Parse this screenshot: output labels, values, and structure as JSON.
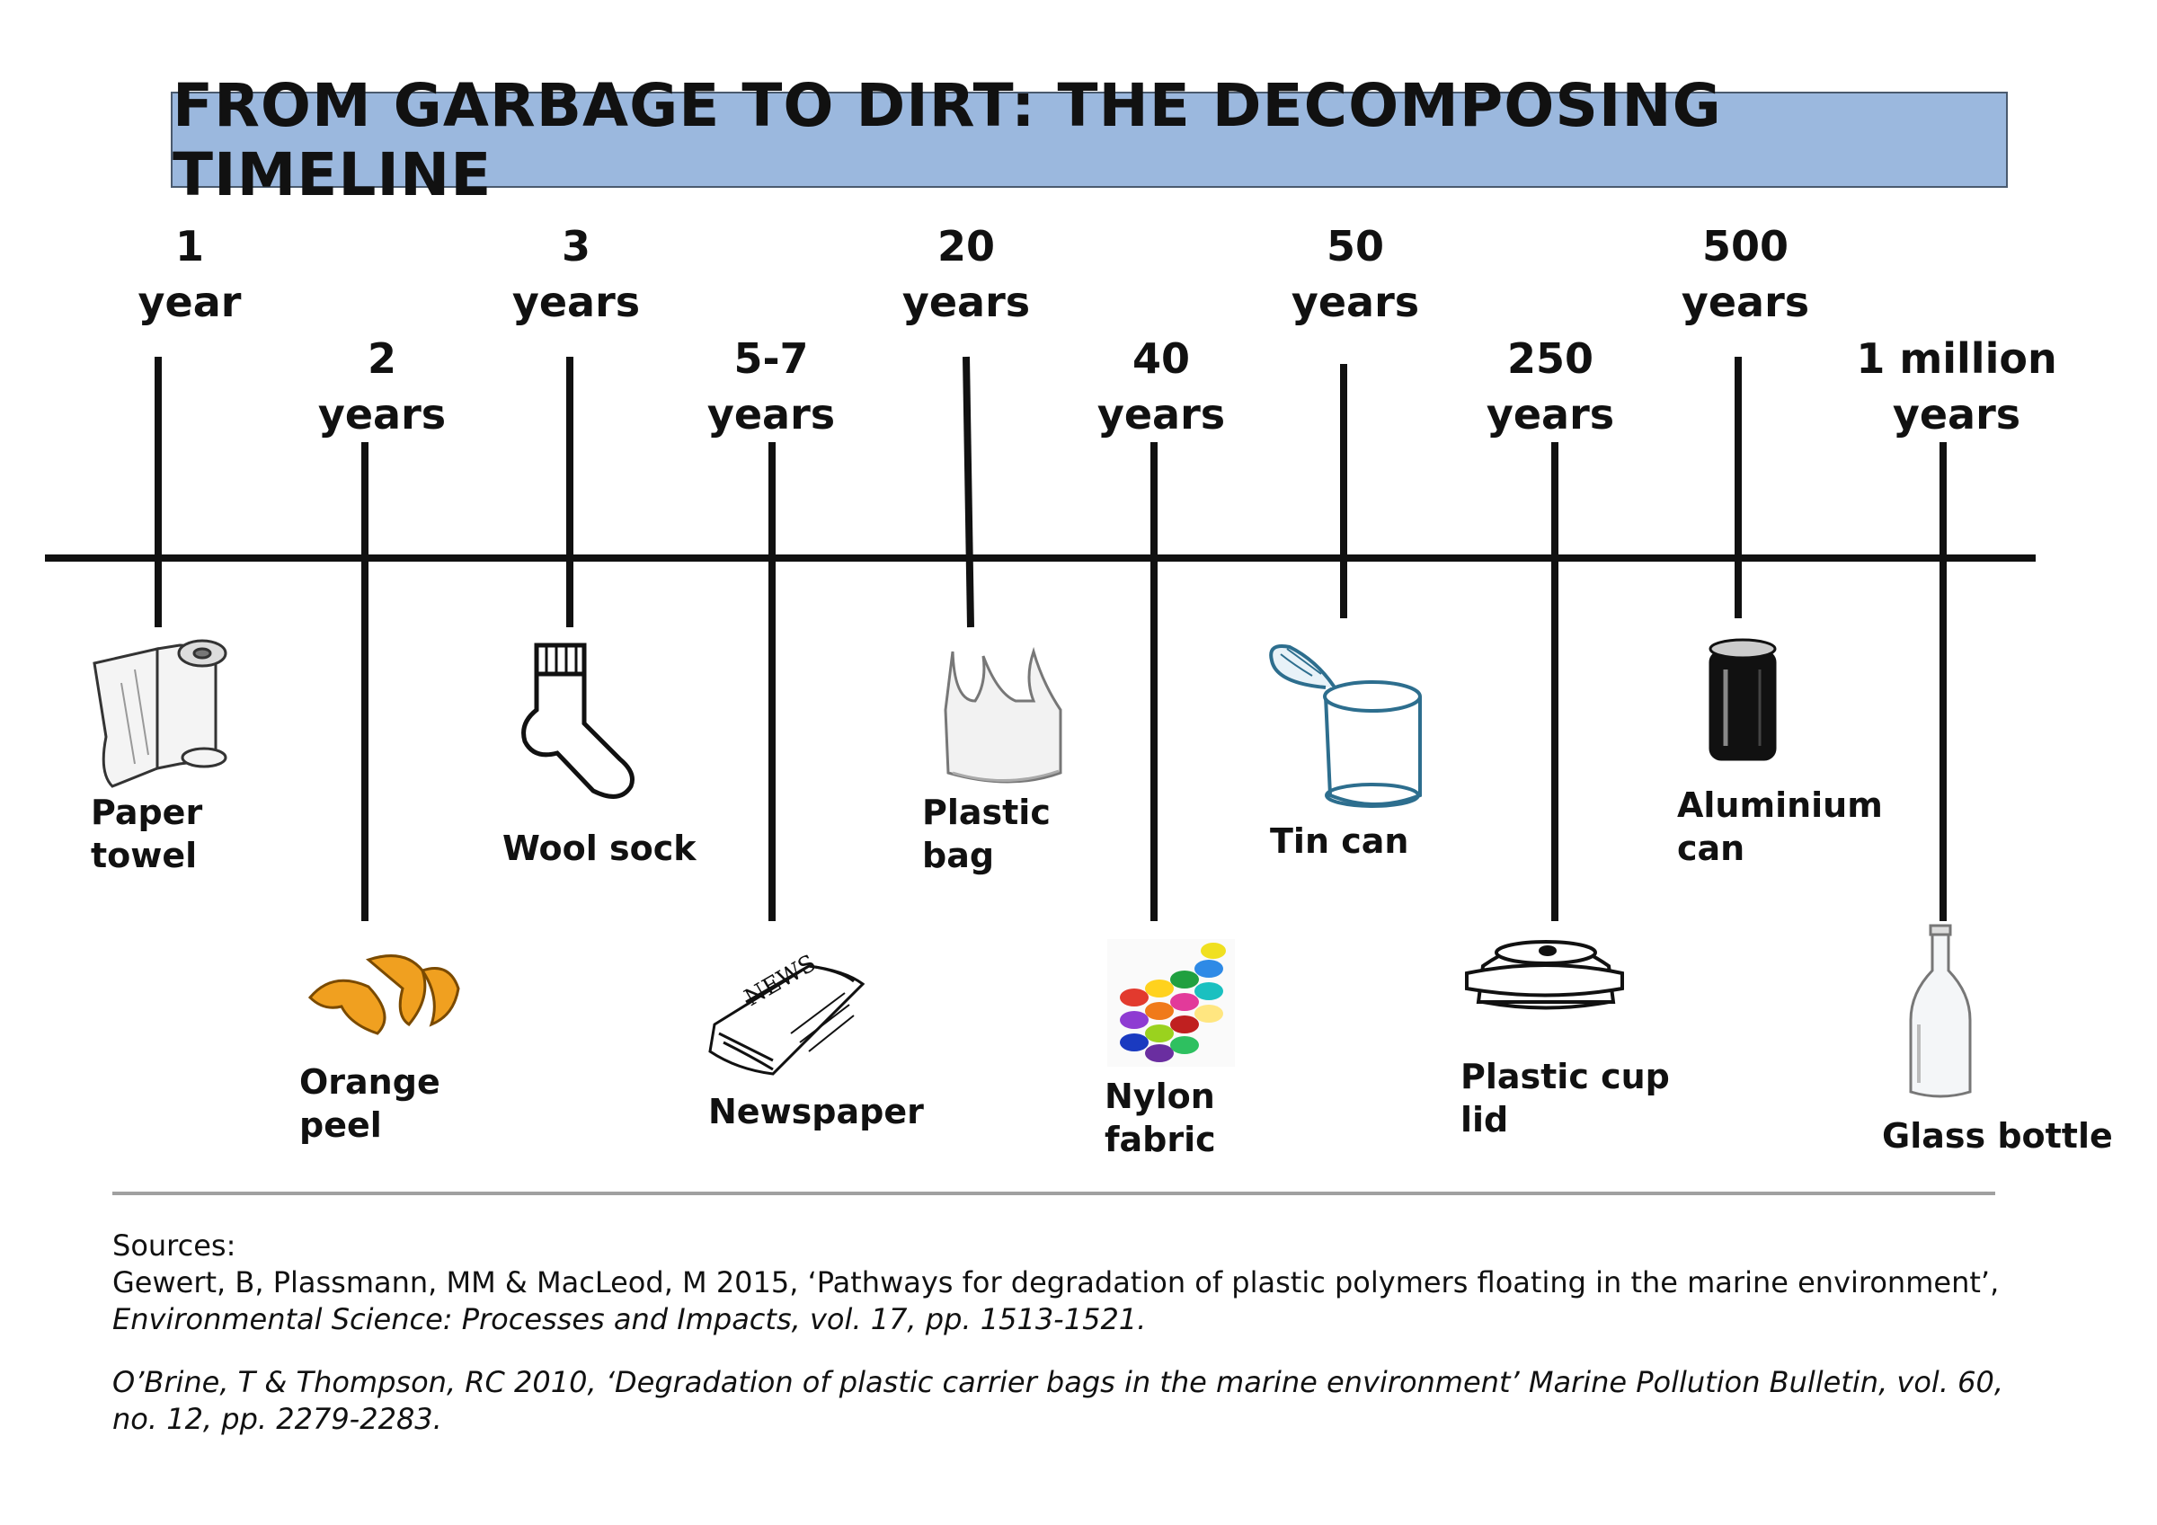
{
  "title": "FROM GARBAGE TO DIRT: THE DECOMPOSING TIMELINE",
  "items": [
    {
      "id": "paper-towel",
      "years_label": "1\nyear",
      "item_label": "Paper\ntowel",
      "icon": "paper-towel-icon"
    },
    {
      "id": "orange-peel",
      "years_label": "2\nyears",
      "item_label": "Orange\npeel",
      "icon": "orange-peel-icon"
    },
    {
      "id": "wool-sock",
      "years_label": "3\nyears",
      "item_label": "Wool sock",
      "icon": "sock-icon"
    },
    {
      "id": "newspaper",
      "years_label": "5-7\nyears",
      "item_label": "Newspaper",
      "icon": "newspaper-icon"
    },
    {
      "id": "plastic-bag",
      "years_label": "20\nyears",
      "item_label": "Plastic\nbag",
      "icon": "plastic-bag-icon"
    },
    {
      "id": "nylon-fabric",
      "years_label": "40\nyears",
      "item_label": "Nylon\nfabric",
      "icon": "nylon-fabric-icon"
    },
    {
      "id": "tin-can",
      "years_label": "50\nyears",
      "item_label": "Tin can",
      "icon": "tin-can-icon"
    },
    {
      "id": "plastic-cup-lid",
      "years_label": "250\nyears",
      "item_label": "Plastic cup\nlid",
      "icon": "cup-lid-icon"
    },
    {
      "id": "aluminium-can",
      "years_label": "500\nyears",
      "item_label": "Aluminium\ncan",
      "icon": "aluminium-can-icon"
    },
    {
      "id": "glass-bottle",
      "years_label": "1 million\nyears",
      "item_label": "Glass bottle",
      "icon": "glass-bottle-icon"
    }
  ],
  "sources": {
    "heading": "Sources:",
    "ref1_main": "Gewert, B, Plassmann, MM & MacLeod, M 2015, ‘Pathways for degradation of plastic polymers floating in the marine environment’,",
    "ref1_journal": "Environmental Science: Processes and Impacts, vol. 17, pp. 1513-1521.",
    "ref2": "O’Brine, T & Thompson, RC 2010, ‘Degradation of plastic carrier bags in the marine environment’ Marine Pollution Bulletin, vol. 60, no. 12, pp. 2279-2283."
  },
  "colors": {
    "title_bg": "#9bb8de",
    "line": "#111111",
    "orange": "#f0a020",
    "tin_can": "#2d6e8e",
    "divider": "#a0a0a0"
  }
}
